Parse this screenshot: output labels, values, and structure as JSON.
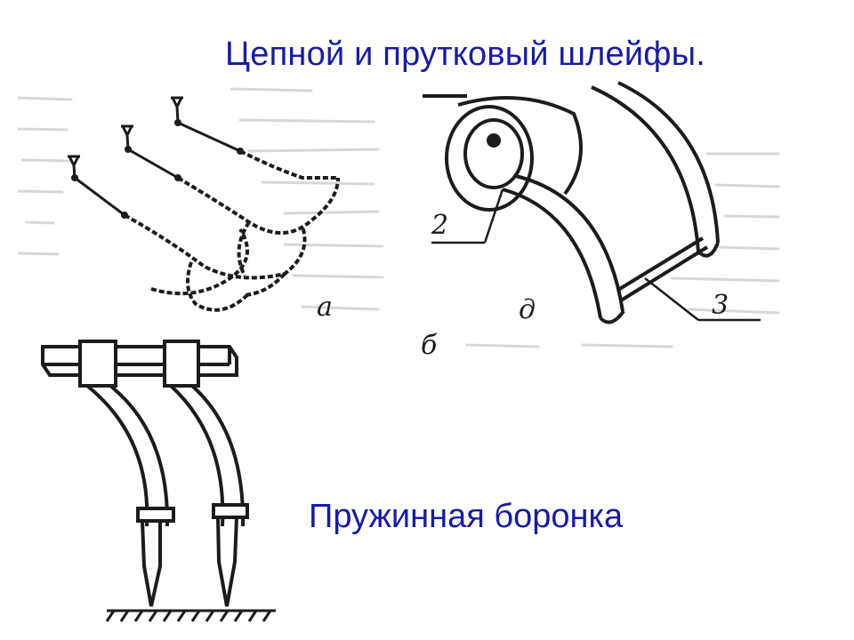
{
  "slide": {
    "title": "Цепной и прутковый  шлейфы.",
    "caption": "Пружинная  боронка"
  },
  "figures": {
    "chain": {
      "label": "а"
    },
    "rod": {
      "label_2": "2",
      "label_3": "3",
      "label_d": "д",
      "label_b": "б"
    }
  },
  "colors": {
    "text_accent": "#1a1aa6",
    "ink": "#1c1c1c",
    "scan_noise": "#b8b8b8"
  }
}
